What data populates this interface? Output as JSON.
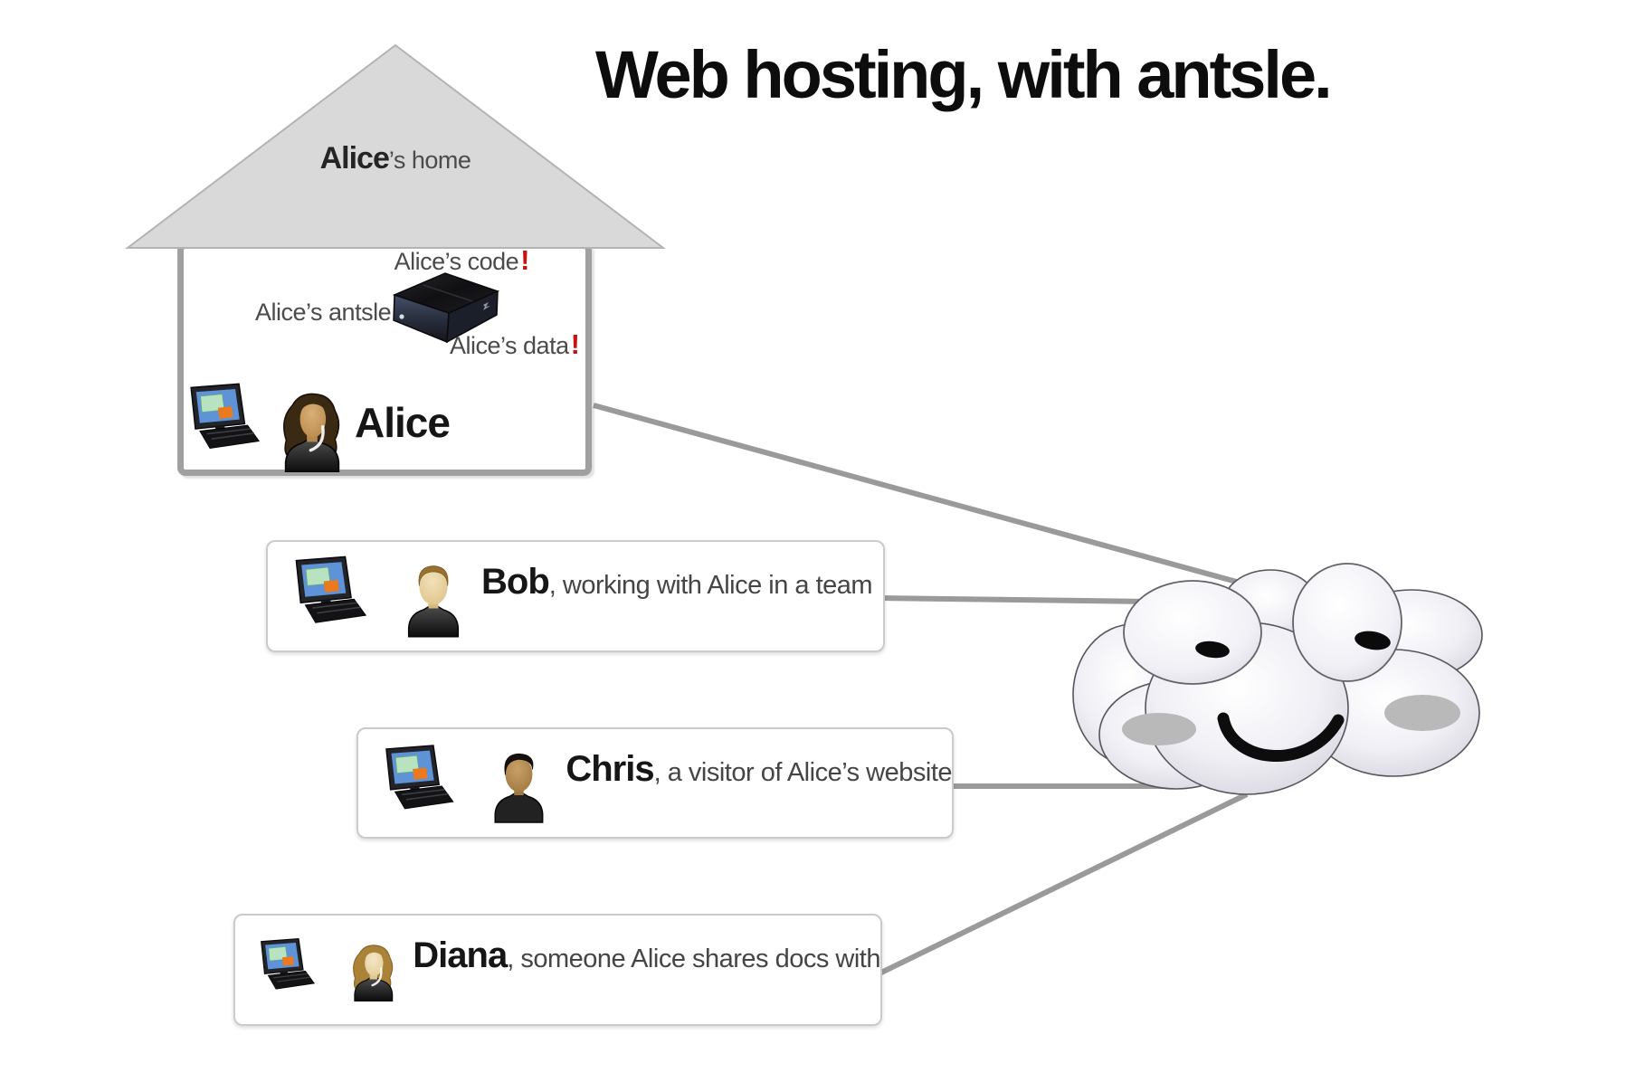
{
  "title": "Web hosting, with antsle.",
  "house": {
    "roof_name": "Alice",
    "roof_suffix": "’s home",
    "labels": {
      "code": "Alice’s code",
      "code_alert": "!",
      "antsle": "Alice’s antsle",
      "data": "Alice’s data",
      "data_alert": "!"
    },
    "resident_name": "Alice"
  },
  "people": [
    {
      "name": "Bob",
      "descriptor": ", working with Alice in a team"
    },
    {
      "name": "Chris",
      "descriptor": ", a visitor of Alice’s website"
    },
    {
      "name": "Diana",
      "descriptor": ", someone Alice shares docs with"
    }
  ],
  "icons": {
    "laptop": "laptop-icon",
    "antsle_device": "antsle-server-icon",
    "person_female": "female-avatar-icon",
    "person_male": "male-avatar-icon",
    "cloud": "smiling-cloud-mascot-icon",
    "alert": "exclamation-mark"
  },
  "colors": {
    "alert_red": "#c41414",
    "connector_gray": "#9a9a9a",
    "roof_gray": "#d9d9d9",
    "wall_border_gray": "#a0a0a0",
    "box_border_gray": "#cbcbcb",
    "name_text": "#161616",
    "secondary_text": "#4b4b4b"
  }
}
